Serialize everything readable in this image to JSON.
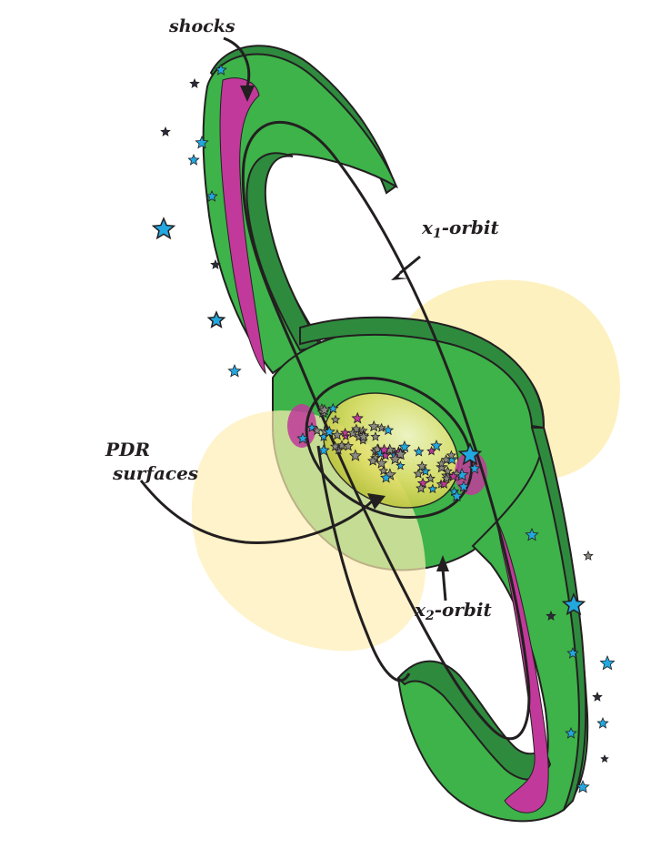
{
  "labels": {
    "shocks": "shocks",
    "x1_main": "x",
    "x1_sub": "1",
    "x1_tail": "-orbit",
    "pdr_line1": "PDR",
    "pdr_line2": "surfaces",
    "x2_main": "x",
    "x2_sub": "2",
    "x2_tail": "-orbit"
  },
  "colors": {
    "bar_top": "#3db34a",
    "bar_side": "#2e8b3e",
    "shock": "#c1399a",
    "bubble": "#fdeeb4",
    "pdr_glow": "#e6e070",
    "star_blue": "#22a8e0",
    "star_dark": "#2b2b3a",
    "outline": "#231f20"
  }
}
